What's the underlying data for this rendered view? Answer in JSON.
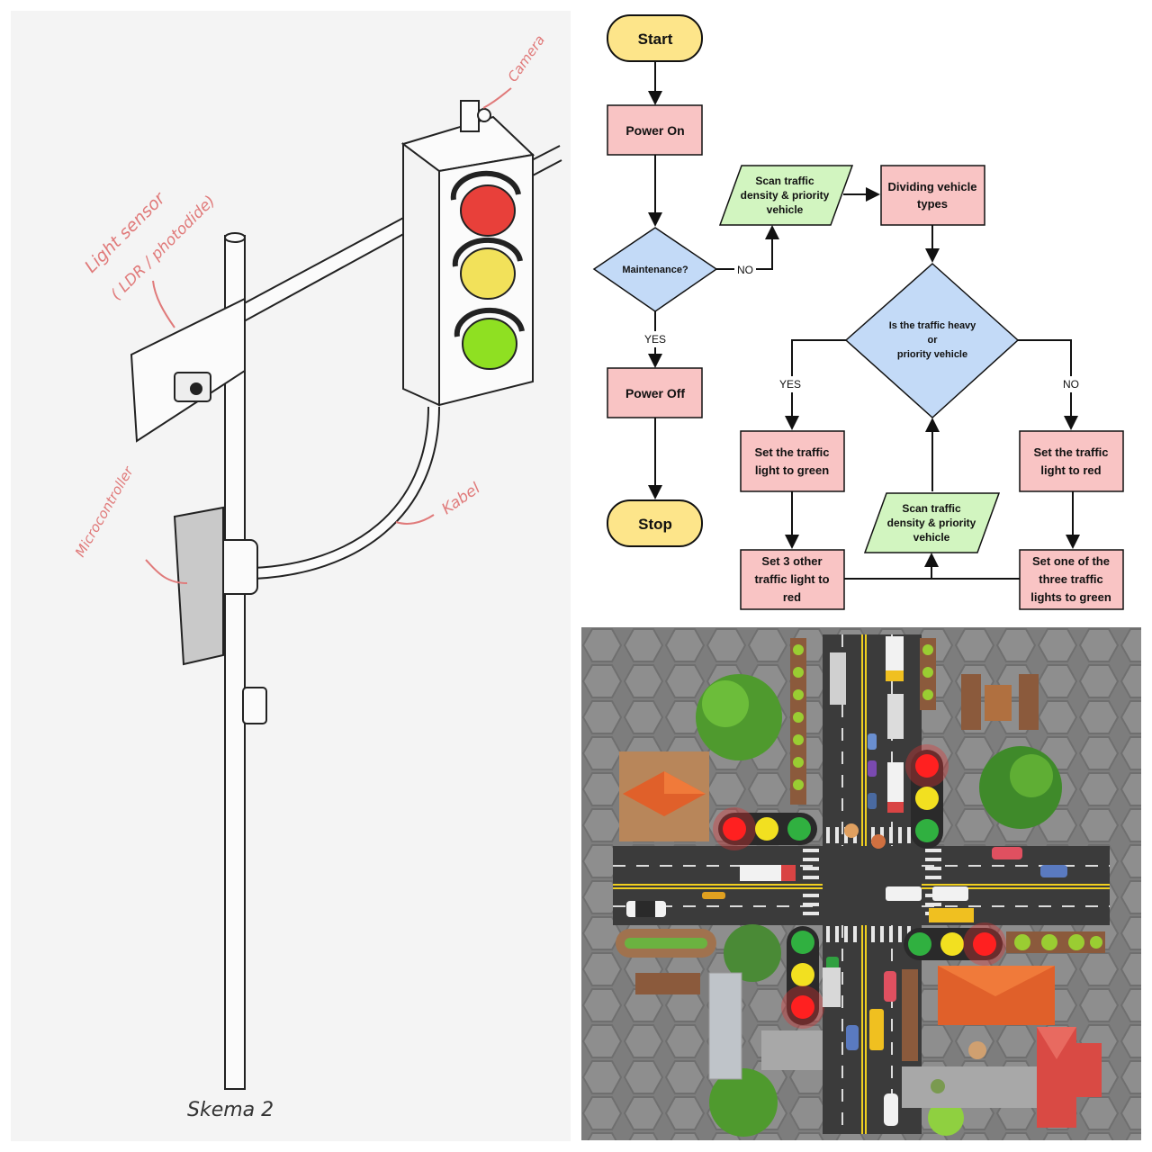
{
  "sketch": {
    "labels": {
      "camera": "Camera",
      "light_sensor_1": "Light sensor",
      "light_sensor_2": "( LDR / photodide)",
      "microcontroller": "Microcontroller",
      "kabel": "Kabel",
      "caption": "Skema 2"
    },
    "colors": {
      "red": "#e8403a",
      "yellow": "#f2e15a",
      "green": "#8fe022",
      "annotation": "#e07a7a"
    }
  },
  "flowchart": {
    "start": "Start",
    "power_on": "Power On",
    "maintenance": "Maintenance?",
    "no_1": "NO",
    "yes_1": "YES",
    "power_off": "Power Off",
    "stop": "Stop",
    "scan_top": [
      "Scan traffic",
      "density & priority",
      "vehicle"
    ],
    "dividing": [
      "Dividing vehicle",
      "types"
    ],
    "decision": [
      "Is the traffic heavy",
      "or",
      "priority vehicle"
    ],
    "yes_2": "YES",
    "no_2": "NO",
    "set_green": [
      "Set the traffic",
      "light to green"
    ],
    "set_red": [
      "Set the traffic",
      "light to red"
    ],
    "set_other_red": [
      "Set 3 other",
      "traffic light to",
      "red"
    ],
    "set_one_green": [
      "Set one of the",
      "three traffic",
      "lights to green"
    ],
    "scan_bottom": [
      "Scan traffic",
      "density & priority",
      "vehicle"
    ],
    "colors": {
      "terminal": "#fde58a",
      "process": "#f9c4c4",
      "decision": "#c3daf7",
      "io": "#d2f5c0"
    }
  },
  "map": {
    "colors": {
      "pavement": "#8a8a8a",
      "road": "#3b3b3b",
      "lane_yellow": "#f0d020",
      "roof": "#e0602a",
      "tree": "#4f9a2e"
    }
  }
}
